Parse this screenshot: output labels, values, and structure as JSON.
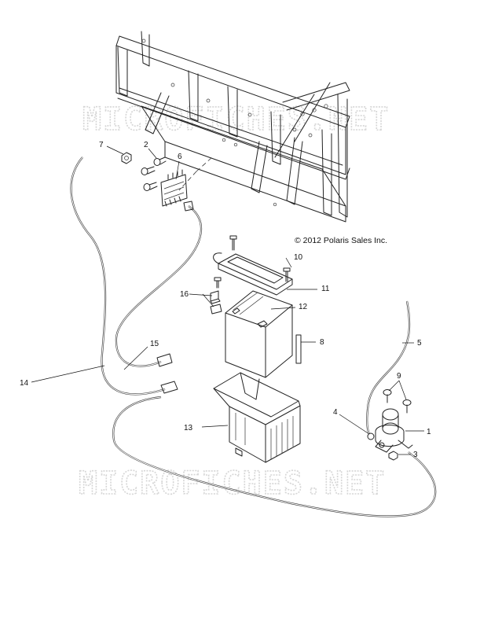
{
  "copyright": "© 2012 Polaris Sales Inc.",
  "watermark": "MICROFICHES.NET",
  "callouts": [
    {
      "id": "c1",
      "label": "1"
    },
    {
      "id": "c2",
      "label": "2"
    },
    {
      "id": "c3",
      "label": "3"
    },
    {
      "id": "c4",
      "label": "4"
    },
    {
      "id": "c5",
      "label": "5"
    },
    {
      "id": "c6",
      "label": "6"
    },
    {
      "id": "c7",
      "label": "7"
    },
    {
      "id": "c8",
      "label": "8"
    },
    {
      "id": "c9",
      "label": "9"
    },
    {
      "id": "c10",
      "label": "10"
    },
    {
      "id": "c11",
      "label": "11"
    },
    {
      "id": "c12",
      "label": "12"
    },
    {
      "id": "c13",
      "label": "13"
    },
    {
      "id": "c14",
      "label": "14"
    },
    {
      "id": "c15",
      "label": "15"
    },
    {
      "id": "c16",
      "label": "16"
    }
  ]
}
